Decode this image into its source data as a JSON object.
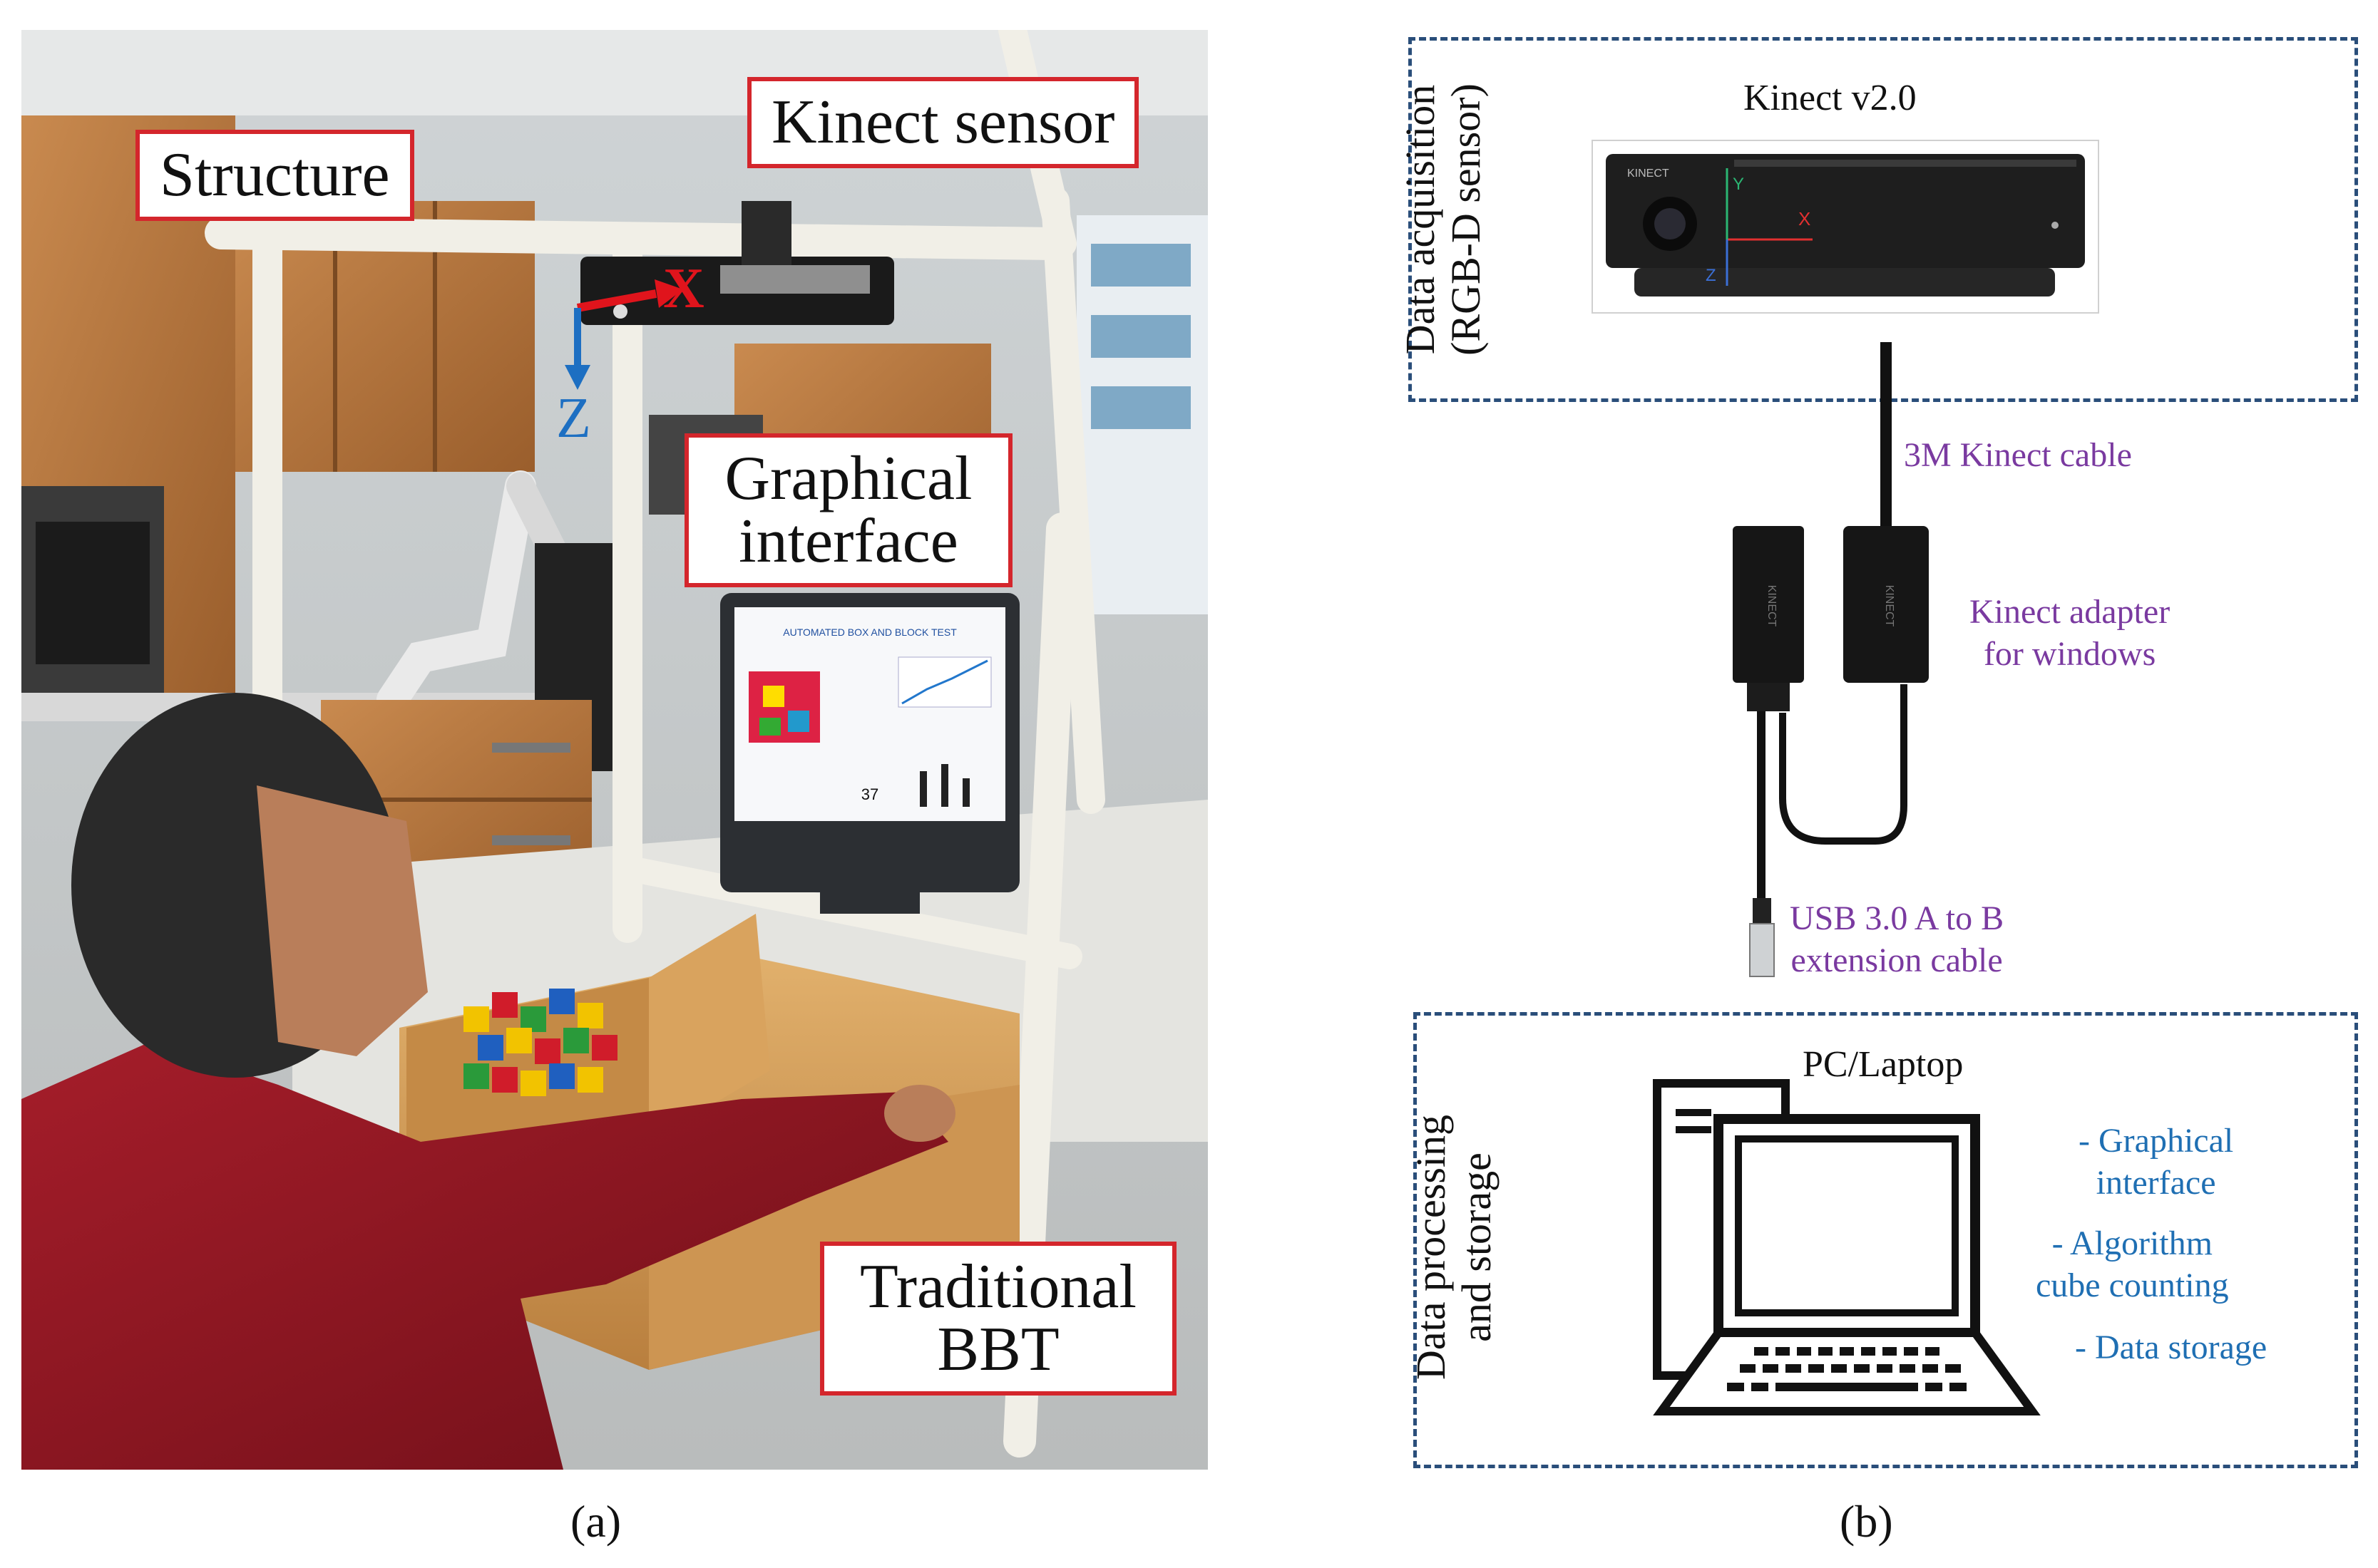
{
  "panel_a": {
    "caption": "(a)",
    "labels": {
      "structure": "Structure",
      "kinect_sensor": "Kinect sensor",
      "graphical_interface_line1": "Graphical",
      "graphical_interface_line2": "interface",
      "traditional_bbt_line1": "Traditional",
      "traditional_bbt_line2": "BBT"
    },
    "axes": {
      "x": "X",
      "z": "Z"
    },
    "monitor_screen_title": "AUTOMATED BOX AND BLOCK TEST",
    "monitor_score": "37",
    "colors": {
      "label_border": "#d4262c",
      "x_axis": "#e0141c",
      "z_axis": "#1d6fc2"
    }
  },
  "panel_b": {
    "caption": "(b)",
    "acquisition_box": {
      "title_line1": "Data acquisition",
      "title_line2": "(RGB-D sensor)",
      "device_name": "Kinect v2.0",
      "device_brand": "KINECT",
      "axis_labels": {
        "x": "X",
        "y": "Y",
        "z": "Z"
      }
    },
    "cable_label": "3M Kinect cable",
    "adapter": {
      "line1": "Kinect adapter",
      "line2": "for windows",
      "device_text": "KINECT"
    },
    "usb": {
      "line1": "USB 3.0 A to B",
      "line2": "extension cable"
    },
    "processing_box": {
      "title_line1": "Data processing",
      "title_line2": "and storage",
      "device_name": "PC/Laptop",
      "features": [
        {
          "line1": "- Graphical",
          "line2": "interface"
        },
        {
          "line1": "- Algorithm",
          "line2": "cube counting"
        },
        {
          "line1": "- Data storage"
        }
      ]
    },
    "colors": {
      "dashed_border": "#2a4e7a",
      "purple_text": "#7a3aa0",
      "blue_text": "#1f6fb3"
    }
  }
}
